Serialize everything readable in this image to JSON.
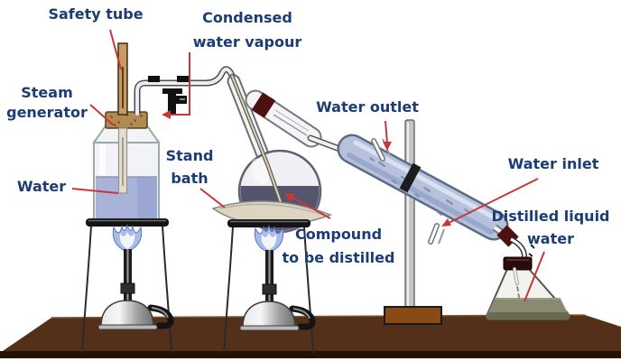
{
  "labels": {
    "safety_tube": "Safety tube",
    "condensed_line1": "Condensed",
    "condensed_line2": "water vapour",
    "steam_generator_line1": "Steam",
    "steam_generator_line2": "generator",
    "water": "Water",
    "stand_bath_line1": "Stand",
    "stand_bath_line2": "bath",
    "water_outlet": "Water outlet",
    "water_inlet": "Water inlet",
    "compound_line1": "Compound",
    "compound_line2": "to be distilled",
    "distilled_line1": "Distilled liquid",
    "distilled_line2": "water"
  },
  "colors": {
    "background": "#ffffff",
    "label_text": "#1b3c74",
    "pointer_line": "#c83737",
    "table_top": "#54301a",
    "table_front": "#241206",
    "water_fill": "#a9b3da",
    "flask_liquid": "#54546c",
    "condenser_jacket": "#b6c1dc",
    "distilled_liquid": "#8a8a70",
    "cork": "#b08a52",
    "stopper_maroon": "#4f1010",
    "flame_blue": "#a9bce8",
    "stand_base": "#8a4a15",
    "safety_tube_fill": "#c59a63"
  }
}
